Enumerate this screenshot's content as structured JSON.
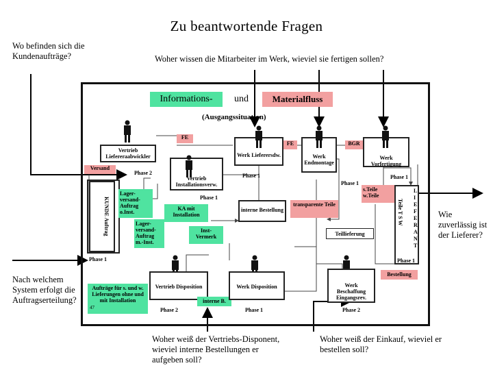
{
  "title": "Zu beantwortende Fragen",
  "questions": {
    "q1": "Wo befinden sich die Kundenaufträge?",
    "q2": "Woher wissen die Mitarbeiter im Werk, wieviel sie fertigen sollen?",
    "q3": "Wie zuverlässig ist der Lieferer?",
    "q4": "Nach welchem System erfolgt die Auftragserteilung?",
    "q5": "Woher weiß der Vertriebs-Disponent, wieviel interne Bestellungen er aufgeben soll?",
    "q6": "Woher weiß der Einkauf, wieviel er bestellen soll?"
  },
  "diagram": {
    "header_info": "Informations-",
    "header_und": "und",
    "header_material": "Materialfluss",
    "header_sub": "(Ausgangssituation)",
    "fe1": "FE",
    "fe2": "FE",
    "bgr": "BGR",
    "vertrieb_lieferer": "Vertrieb Liefereraabwickler",
    "versand": "Versand",
    "phase2_a": "Phase 2",
    "vertrieb_install": "Vertrieb Installationsverw.",
    "werk_lieferer": "Werk Lieferersdw.",
    "werk_endmontage": "Werk Endmontage",
    "werk_vorfertigung": "Werk Vorfertigung",
    "phase1_a": "Phase 1",
    "phase1_b": "Phase 1",
    "phase1_c": "Phase 1",
    "phase1_d": "Phase 1",
    "phase1_e": "Phase 1",
    "phase1_f": "Phase 1",
    "lager_col": "KUNDE Auftrag",
    "lager_text1": "Lager-versand-Auftrag o.Inst.",
    "lager_text2": "Lager-versand-Auftrag m.-Inst.",
    "ka_install": "KA mit Installation",
    "interne_bestellung": "interne Bestellung",
    "transparente_teile": "transparente Teile",
    "s_teile": "s.Teile w.Teile",
    "lieferant": "LIEFERANT",
    "teile_tsw": "Teile T S W",
    "inst_vermerk": "Inst-Vermerk",
    "teillieferung": "Teillieferung",
    "bestellung": "Bestellung",
    "auftraege": "Aufträge für s. und w. Lieferungen ohne und mit Installation",
    "vertrieb_dispo": "Vertrieb Disposition",
    "interne_b": "interne B.",
    "werk_dispo": "Werk Disposition",
    "werk_beschaffung": "Werk Beschaffung Eingangsrev.",
    "phase2_b": "Phase 2",
    "phase2_c": "Phase 2",
    "corner_num": "47"
  }
}
